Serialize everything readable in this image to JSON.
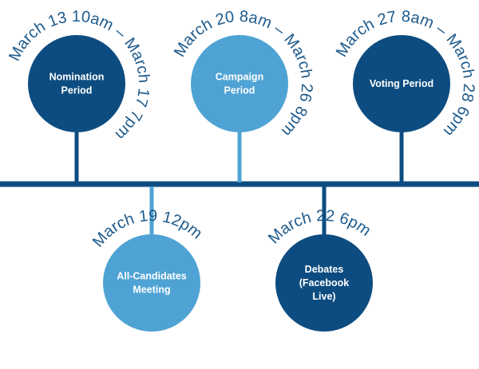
{
  "colors": {
    "dark": "#0d4c80",
    "light": "#4fa3d4",
    "text": "#1d5a8c",
    "axis": "#0d4c80"
  },
  "events": [
    {
      "id": "nomination",
      "lines": [
        "Nomination",
        "Period"
      ],
      "date": "March 13 10am – March 17 7pm",
      "tone": "dark",
      "side": "top"
    },
    {
      "id": "campaign",
      "lines": [
        "Campaign",
        "Period"
      ],
      "date": "March 20 8am – March 26 8pm",
      "tone": "light",
      "side": "top"
    },
    {
      "id": "voting",
      "lines": [
        "Voting Period"
      ],
      "date": "March 27 8am – March 28 6pm",
      "tone": "dark",
      "side": "top"
    },
    {
      "id": "all-candidates",
      "lines": [
        "All-Candidates",
        "Meeting"
      ],
      "date": "March 19 12pm",
      "tone": "light",
      "side": "bottom"
    },
    {
      "id": "debates",
      "lines": [
        "Debates",
        "(Facebook",
        "Live)"
      ],
      "date": "March 22 6pm",
      "tone": "dark",
      "side": "bottom"
    }
  ]
}
